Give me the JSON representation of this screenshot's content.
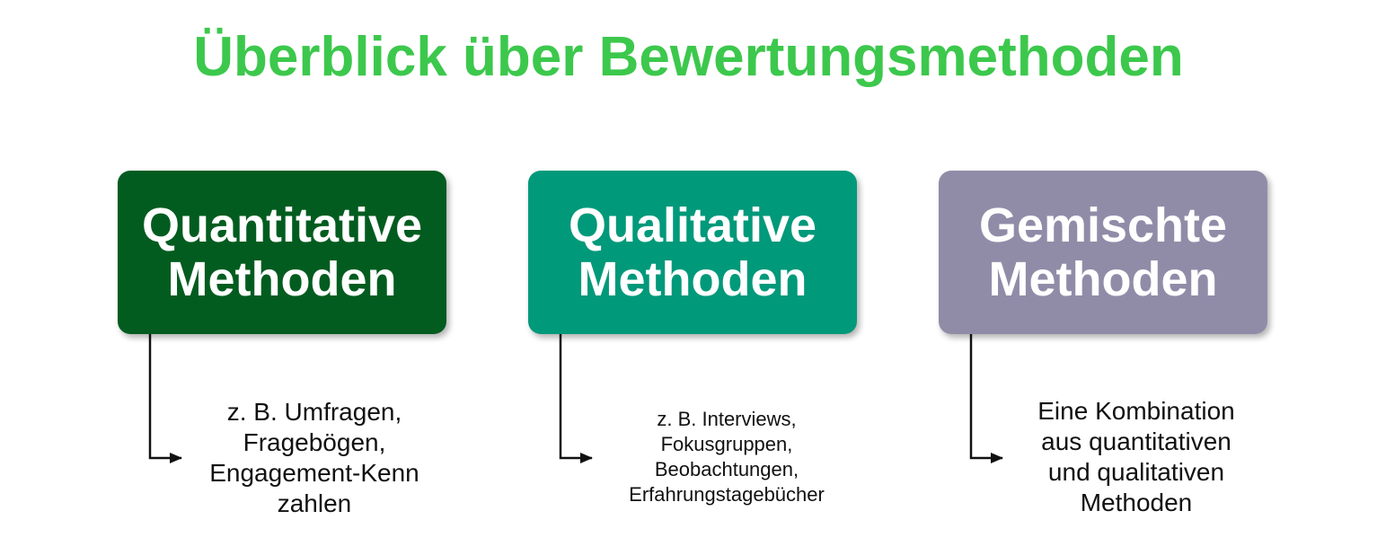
{
  "title": "Überblick über Bewertungsmethoden",
  "methods": [
    {
      "heading": [
        "Quantitative",
        "Methoden"
      ],
      "description": [
        "z. B. Umfragen,",
        "Fragebögen,",
        "Engagement-Kenn",
        "zahlen"
      ],
      "color": "#025c1f"
    },
    {
      "heading": [
        "Qualitative",
        "Methoden"
      ],
      "description": [
        "z. B. Interviews,",
        "Fokusgruppen,",
        "Beobachtungen,",
        "Erfahrungstagebücher"
      ],
      "color": "#00997a"
    },
    {
      "heading": [
        "Gemischte",
        "Methoden"
      ],
      "description": [
        "Eine Kombination",
        "aus quantitativen",
        "und qualitativen",
        "Methoden"
      ],
      "color": "#908ca8"
    }
  ],
  "colors": {
    "title": "#3cc84c",
    "box_text": "#ffffff",
    "connector": "#111111"
  }
}
